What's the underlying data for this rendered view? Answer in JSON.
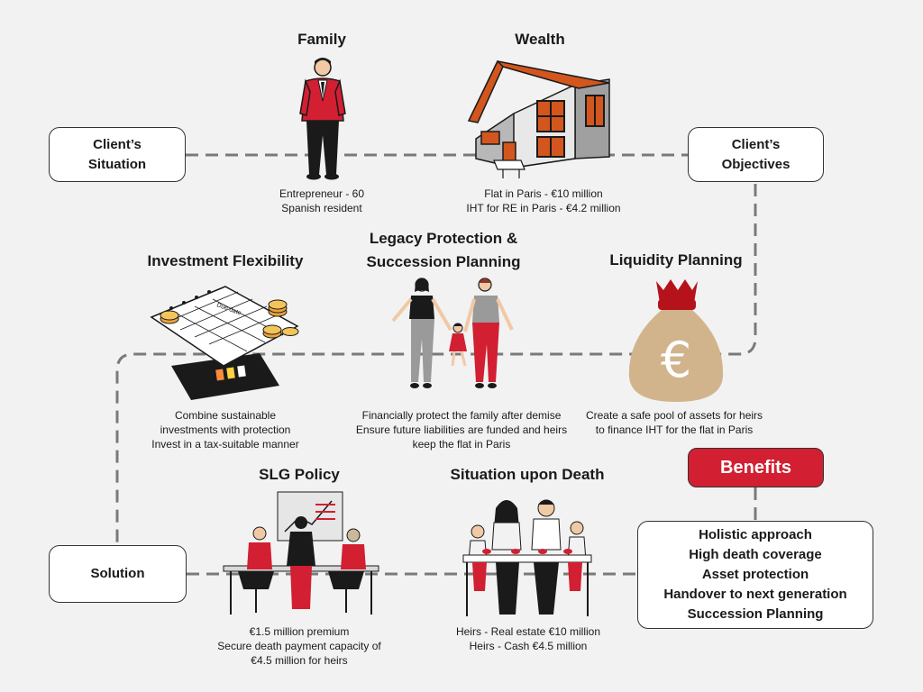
{
  "boxes": {
    "situation": "Client’s\nSituation",
    "objectives": "Client’s\nObjectives",
    "solution": "Solution"
  },
  "family": {
    "title": "Family",
    "lines": [
      "Entrepreneur - 60",
      "Spanish resident"
    ]
  },
  "wealth": {
    "title": "Wealth",
    "lines": [
      "Flat in Paris - €10 million",
      "IHT for RE in Paris - €4.2 million"
    ]
  },
  "investment": {
    "title": "Investment Flexibility",
    "calendar_label": "Due date",
    "lines": [
      "Combine sustainable",
      "investments with protection",
      "Invest in a tax-suitable manner"
    ]
  },
  "legacy": {
    "title": "Legacy Protection &\nSuccession Planning",
    "lines": [
      "Financially protect the family after demise",
      "Ensure future liabilities are funded and heirs",
      "keep the flat in Paris"
    ]
  },
  "liquidity": {
    "title": "Liquidity Planning",
    "symbol": "€",
    "lines": [
      "Create a safe pool of assets for heirs",
      "to finance IHT for the flat in Paris"
    ]
  },
  "slg": {
    "title": "SLG Policy",
    "lines": [
      "€1.5 million premium",
      "Secure death payment capacity of",
      "€4.5 million for heirs"
    ]
  },
  "death": {
    "title": "Situation upon Death",
    "lines": [
      "Heirs - Real estate €10 million",
      "Heirs - Cash €4.5 million"
    ]
  },
  "benefits": {
    "label": "Benefits",
    "items": [
      "Holistic approach",
      "High death coverage",
      "Asset protection",
      "Handover to next generation",
      "Succession Planning"
    ]
  },
  "colors": {
    "accent": "#d21f32",
    "connector": "#7a7a7a",
    "money_bag": "#d2b48c",
    "roof": "#d2561e"
  },
  "icons": [
    "businessman-icon",
    "modern-house-icon",
    "calendar-coins-icon",
    "family-walking-icon",
    "money-bag-euro-icon",
    "business-meeting-icon",
    "family-dinner-icon"
  ]
}
